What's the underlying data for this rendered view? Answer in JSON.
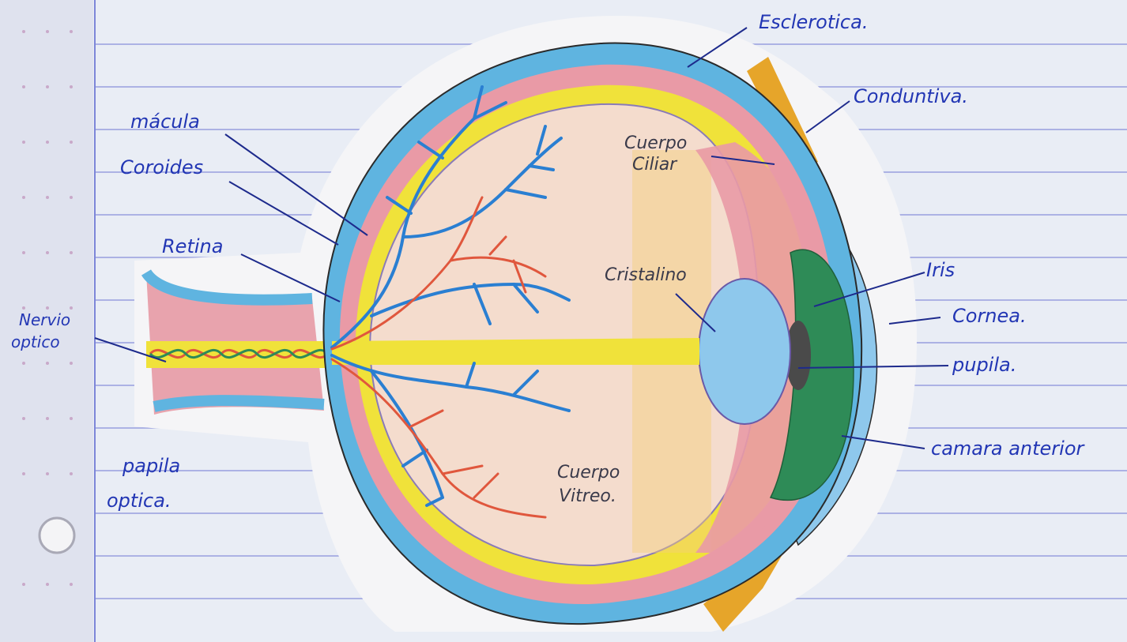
{
  "diagram": {
    "labels": {
      "esclerotica": "Esclerotica.",
      "conjuntiva": "Conduntiva.",
      "macula": "mácula",
      "coroides": "Coroides",
      "retina": "Retina",
      "nervio_optico_line1": "Nervio",
      "nervio_optico_line2": "optico",
      "cuerpo_ciliar_line1": "Cuerpo",
      "cuerpo_ciliar_line2": "Ciliar",
      "cristalino": "Cristalino",
      "iris": "Iris",
      "cornea": "Cornea.",
      "pupila": "pupila.",
      "camara_anterior": "camara anterior",
      "papila_optica_line1": "papila",
      "papila_optica_line2": "optica.",
      "cuerpo_vitreo_line1": "Cuerpo",
      "cuerpo_vitreo_line2": "Vitreo."
    },
    "colors": {
      "paper": "#e9edf5",
      "ruled_line": "#7d86d8",
      "margin_strip": "#dfe2ee",
      "sclera_blue": "#5fb4e0",
      "choroid_pink": "#e99aa6",
      "retina_yellow": "#f0e23a",
      "vitreous": "#f4dccd",
      "lens": "#8ec8ec",
      "iris_green": "#2e8b57",
      "vessel_blue": "#2a7fd2",
      "vessel_red": "#e0573d",
      "conjunctiva_orange": "#e6a52a",
      "ink": "#2236b4"
    }
  }
}
